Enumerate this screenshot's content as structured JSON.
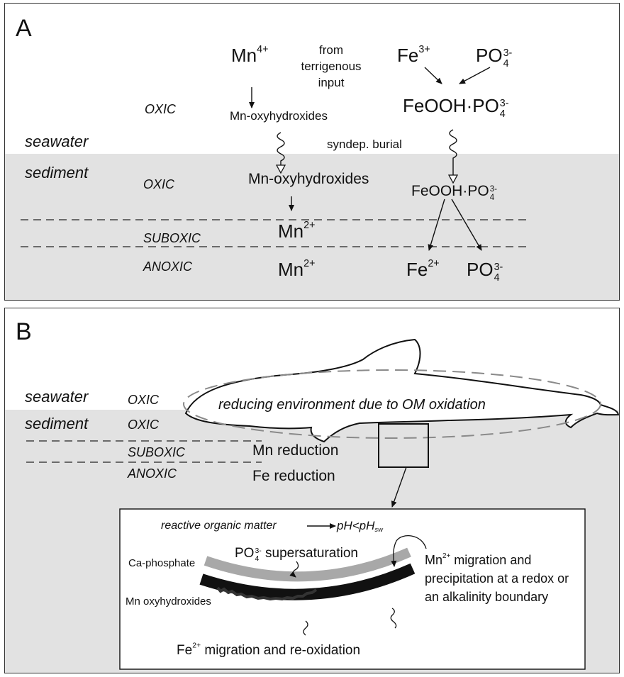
{
  "panel_a": {
    "label": "A",
    "seawater": "seawater",
    "sediment": "sediment",
    "oxic1": "OXIC",
    "oxic2": "OXIC",
    "suboxic": "SUBOXIC",
    "anoxic": "ANOXIC",
    "mn4": {
      "base": "Mn",
      "sup": "4+"
    },
    "terrigenous": [
      "from",
      "terrigenous",
      "input"
    ],
    "mn_oxy_top": "Mn-oxyhydroxides",
    "mn_oxy_sed": "Mn-oxyhydroxides",
    "mn2_sub": {
      "base": "Mn",
      "sup": "2+"
    },
    "mn2_anox": {
      "base": "Mn",
      "sup": "2+"
    },
    "fe3": {
      "base": "Fe",
      "sup": "3+"
    },
    "po4_top": {
      "base": "PO",
      "sup": "3-",
      "sub": "4"
    },
    "feooh_top": {
      "base": "FeOOH·PO",
      "sup": "3-",
      "sub": "4"
    },
    "syndep": "syndep. burial",
    "feooh_sed": {
      "base": "FeOOH·PO",
      "sup": "3-",
      "sub": "4"
    },
    "fe2": {
      "base": "Fe",
      "sup": "2+"
    },
    "po4_bottom": {
      "base": "PO",
      "sup": "3-",
      "sub": "4"
    }
  },
  "panel_b": {
    "label": "B",
    "seawater": "seawater",
    "sediment": "sediment",
    "oxic1": "OXIC",
    "oxic2": "OXIC",
    "suboxic": "SUBOXIC",
    "anoxic": "ANOXIC",
    "reducing": "reducing environment due to OM oxidation",
    "mn_reduction": "Mn reduction",
    "fe_reduction": "Fe reduction",
    "inset": {
      "reactive": "reactive organic matter",
      "ph": {
        "base": "pH<pH",
        "sub": "sw"
      },
      "supersat": {
        "base": "PO",
        "sup": "3-",
        "sub": "4",
        "rest": " supersaturation"
      },
      "ca_phosphate": "Ca-phosphate",
      "mn_oxy": "Mn oxyhydroxides",
      "mn2_line1": {
        "base": "Mn",
        "sup": "2+",
        "rest": " migration and"
      },
      "mn2_line2": "precipitation at a redox or",
      "mn2_line3": "an alkalinity boundary",
      "fe2": {
        "base": "Fe",
        "sup": "2+",
        "rest": " migration and re-oxidation"
      }
    }
  },
  "colors": {
    "sediment": "#e2e2e2",
    "line": "#222222",
    "dash_oval": "#8a8a8a",
    "ca_phosphate_band": "#a8a8a8",
    "mn_band": "#111111"
  }
}
